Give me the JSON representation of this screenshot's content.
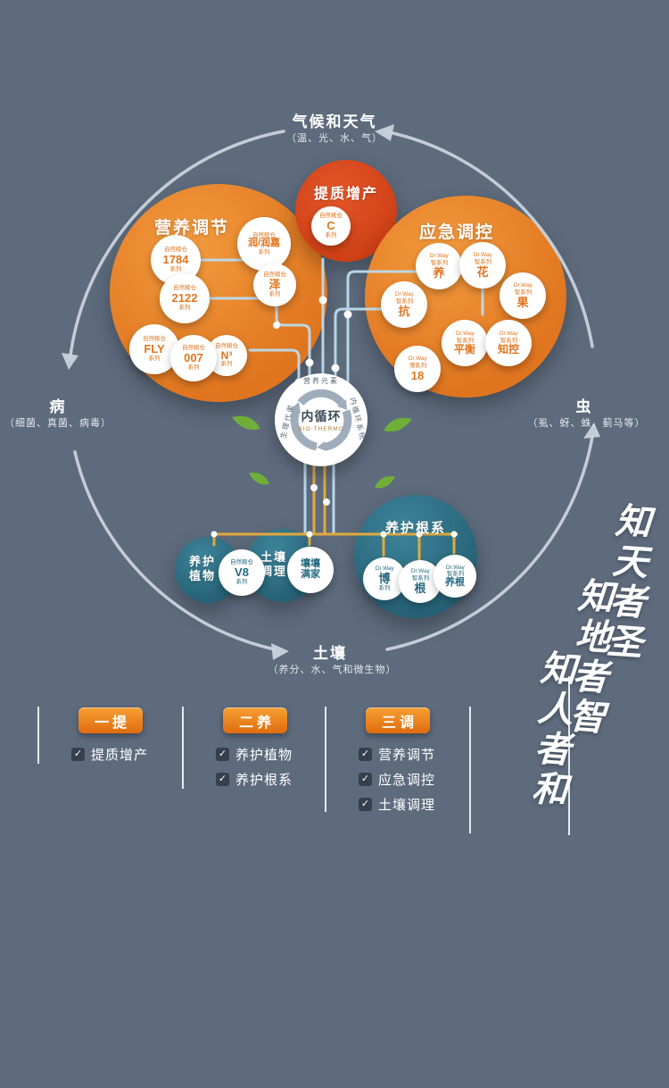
{
  "colors": {
    "background": "#5d6b7d",
    "orange": "#e0751f",
    "red_orange": "#ce3f15",
    "teal": "#2f7389",
    "gold": "#e2a93e",
    "line_blue": "#bcdcee",
    "arc_gray": "#c9d3dc",
    "leaf_green": "#6fae39"
  },
  "cycle": {
    "top": {
      "title": "气候和天气",
      "subtitle": "（温、光、水、气）"
    },
    "left": {
      "title": "病",
      "subtitle": "（细菌、真菌、病毒）"
    },
    "right": {
      "title": "虫",
      "subtitle": "（虱、蚜、蛛、蓟马等）"
    },
    "bottom": {
      "title": "土壤",
      "subtitle": "（养分、水、气和微生物）"
    }
  },
  "hub": {
    "title": "内循环",
    "subtitle": "BIO-THERMO",
    "label_top": "营养元素",
    "label_left": "生理代谢",
    "label_right": "内循环系统"
  },
  "groups": {
    "nutrition": {
      "title": "营养调节",
      "items": [
        {
          "top": "自然粮仓",
          "main": "1784",
          "bottom": "系列"
        },
        {
          "top": "自然粮仓",
          "main": "润/润嘉",
          "bottom": "系列"
        },
        {
          "top": "自然粮仓",
          "main": "2122",
          "bottom": "系列"
        },
        {
          "top": "自然粮仓",
          "main": "泽",
          "bottom": "系列"
        },
        {
          "top": "自然粮仓",
          "main": "FLY",
          "bottom": "系列"
        },
        {
          "top": "自然粮仓",
          "main": "007",
          "bottom": "系列"
        },
        {
          "top": "自然粮仓",
          "main": "N³",
          "bottom": "系列"
        }
      ]
    },
    "quality": {
      "title": "提质增产",
      "items": [
        {
          "top": "自然粮仓",
          "main": "C",
          "bottom": "系列"
        }
      ]
    },
    "emergency": {
      "title": "应急调控",
      "items": [
        {
          "top": "Dr.Way",
          "mid": "智系列",
          "main": "养"
        },
        {
          "top": "Dr.Way",
          "mid": "智系列",
          "main": "花"
        },
        {
          "top": "Dr.Way",
          "mid": "智系列",
          "main": "果"
        },
        {
          "top": "Dr.Way",
          "mid": "智系列",
          "main": "抗"
        },
        {
          "top": "Dr.Way",
          "mid": "智系列",
          "main": "平衡"
        },
        {
          "top": "Dr.Way",
          "mid": "智系列",
          "main": "知控"
        },
        {
          "top": "Dr.Way",
          "mid": "博系列",
          "main": "18"
        }
      ]
    },
    "plant": {
      "title_line1": "养护",
      "title_line2": "植物",
      "items": [
        {
          "top": "自然粮仓",
          "main": "V8",
          "bottom": "系列"
        }
      ]
    },
    "soil": {
      "title_line1": "土壤",
      "title_line2": "调理",
      "items": [
        {
          "top": "壤壤",
          "main": "满家"
        }
      ]
    },
    "root": {
      "title": "养护根系",
      "items": [
        {
          "top": "Dr.Way",
          "main": "博",
          "bottom": "系列"
        },
        {
          "top": "Dr.Way",
          "mid": "智系列",
          "main": "根"
        },
        {
          "top": "Dr.Way",
          "mid": "智系列",
          "main": "养根"
        }
      ]
    }
  },
  "calligraphy": {
    "col1": "知天者圣",
    "col2": "知地者智",
    "col3": "知人者和"
  },
  "summary": {
    "col1": {
      "badge": "一提",
      "items": [
        "提质增产"
      ]
    },
    "col2": {
      "badge": "二养",
      "items": [
        "养护植物",
        "养护根系"
      ]
    },
    "col3": {
      "badge": "三调",
      "items": [
        "营养调节",
        "应急调控",
        "土壤调理"
      ]
    }
  },
  "check_glyph": "✓"
}
